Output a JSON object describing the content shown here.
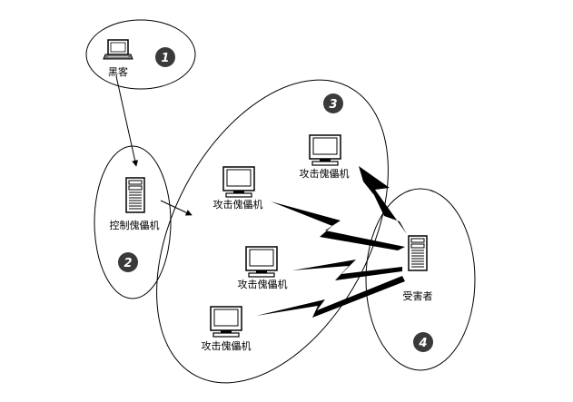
{
  "nodes": {
    "hacker": {
      "label": "黑客",
      "icon": "laptop-icon"
    },
    "controller": {
      "label": "控制傀儡机",
      "icon": "server-icon"
    },
    "zombie_top": {
      "label": "攻击傀儡机",
      "icon": "monitor-icon"
    },
    "zombie_upper": {
      "label": "攻击傀儡机",
      "icon": "monitor-icon"
    },
    "zombie_mid": {
      "label": "攻击傀儡机",
      "icon": "monitor-icon"
    },
    "zombie_low": {
      "label": "攻击傀儡机",
      "icon": "monitor-icon"
    },
    "victim": {
      "label": "受害者",
      "icon": "server-icon"
    }
  },
  "badges": {
    "zone1": "1",
    "zone2": "2",
    "zone3": "3",
    "zone4": "4"
  },
  "colors": {
    "badge_fill": "#3a3a3a",
    "line": "#000000",
    "screen": "#ffffff"
  }
}
